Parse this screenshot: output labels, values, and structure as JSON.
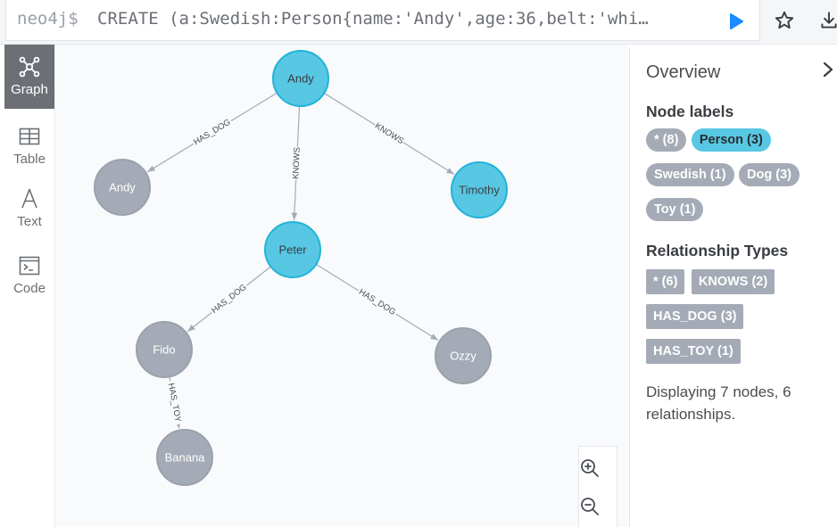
{
  "editor": {
    "prompt": "neo4j$",
    "query": "CREATE (a:Swedish:Person{name:'Andy',age:36,belt:'whi…"
  },
  "icons": {
    "run": "play-icon",
    "favorite": "star-icon",
    "download": "download-icon",
    "graph": "graph-icon",
    "table": "table-icon",
    "text": "text-icon",
    "code": "code-icon",
    "zoom_in": "zoom-in-icon",
    "zoom_out": "zoom-out-icon",
    "collapse": "chevron-right-icon"
  },
  "view_modes": [
    {
      "label": "Graph",
      "active": true
    },
    {
      "label": "Table",
      "active": false
    },
    {
      "label": "Text",
      "active": false
    },
    {
      "label": "Code",
      "active": false
    }
  ],
  "graph": {
    "nodes": [
      {
        "id": "andy",
        "label": "Andy",
        "kind": "person"
      },
      {
        "id": "andy_dog",
        "label": "Andy",
        "kind": "other"
      },
      {
        "id": "timothy",
        "label": "Timothy",
        "kind": "person"
      },
      {
        "id": "peter",
        "label": "Peter",
        "kind": "person"
      },
      {
        "id": "fido",
        "label": "Fido",
        "kind": "other"
      },
      {
        "id": "ozzy",
        "label": "Ozzy",
        "kind": "other"
      },
      {
        "id": "banana",
        "label": "Banana",
        "kind": "other"
      }
    ],
    "relationships": [
      {
        "from": "andy",
        "to": "andy_dog",
        "type": "HAS_DOG"
      },
      {
        "from": "andy",
        "to": "peter",
        "type": "KNOWS"
      },
      {
        "from": "andy",
        "to": "timothy",
        "type": "KNOWS"
      },
      {
        "from": "peter",
        "to": "fido",
        "type": "HAS_DOG"
      },
      {
        "from": "peter",
        "to": "ozzy",
        "type": "HAS_DOG"
      },
      {
        "from": "fido",
        "to": "banana",
        "type": "HAS_TOY"
      }
    ],
    "colors": {
      "person_fill": "#57c7e3",
      "person_stroke": "#23b3d7",
      "other_fill": "#a5abb6",
      "other_stroke": "#9aa1ac",
      "edge": "#a5abb6"
    }
  },
  "overview": {
    "title": "Overview",
    "node_labels_heading": "Node labels",
    "node_labels": [
      "* (8)",
      "Person (3)",
      "Swedish (1)",
      "Dog (3)",
      "Toy (1)"
    ],
    "relationship_types_heading": "Relationship Types",
    "relationship_types": [
      "* (6)",
      "KNOWS (2)",
      "HAS_DOG (3)",
      "HAS_TOY (1)"
    ],
    "summary": "Displaying 7 nodes, 6 relationships."
  }
}
